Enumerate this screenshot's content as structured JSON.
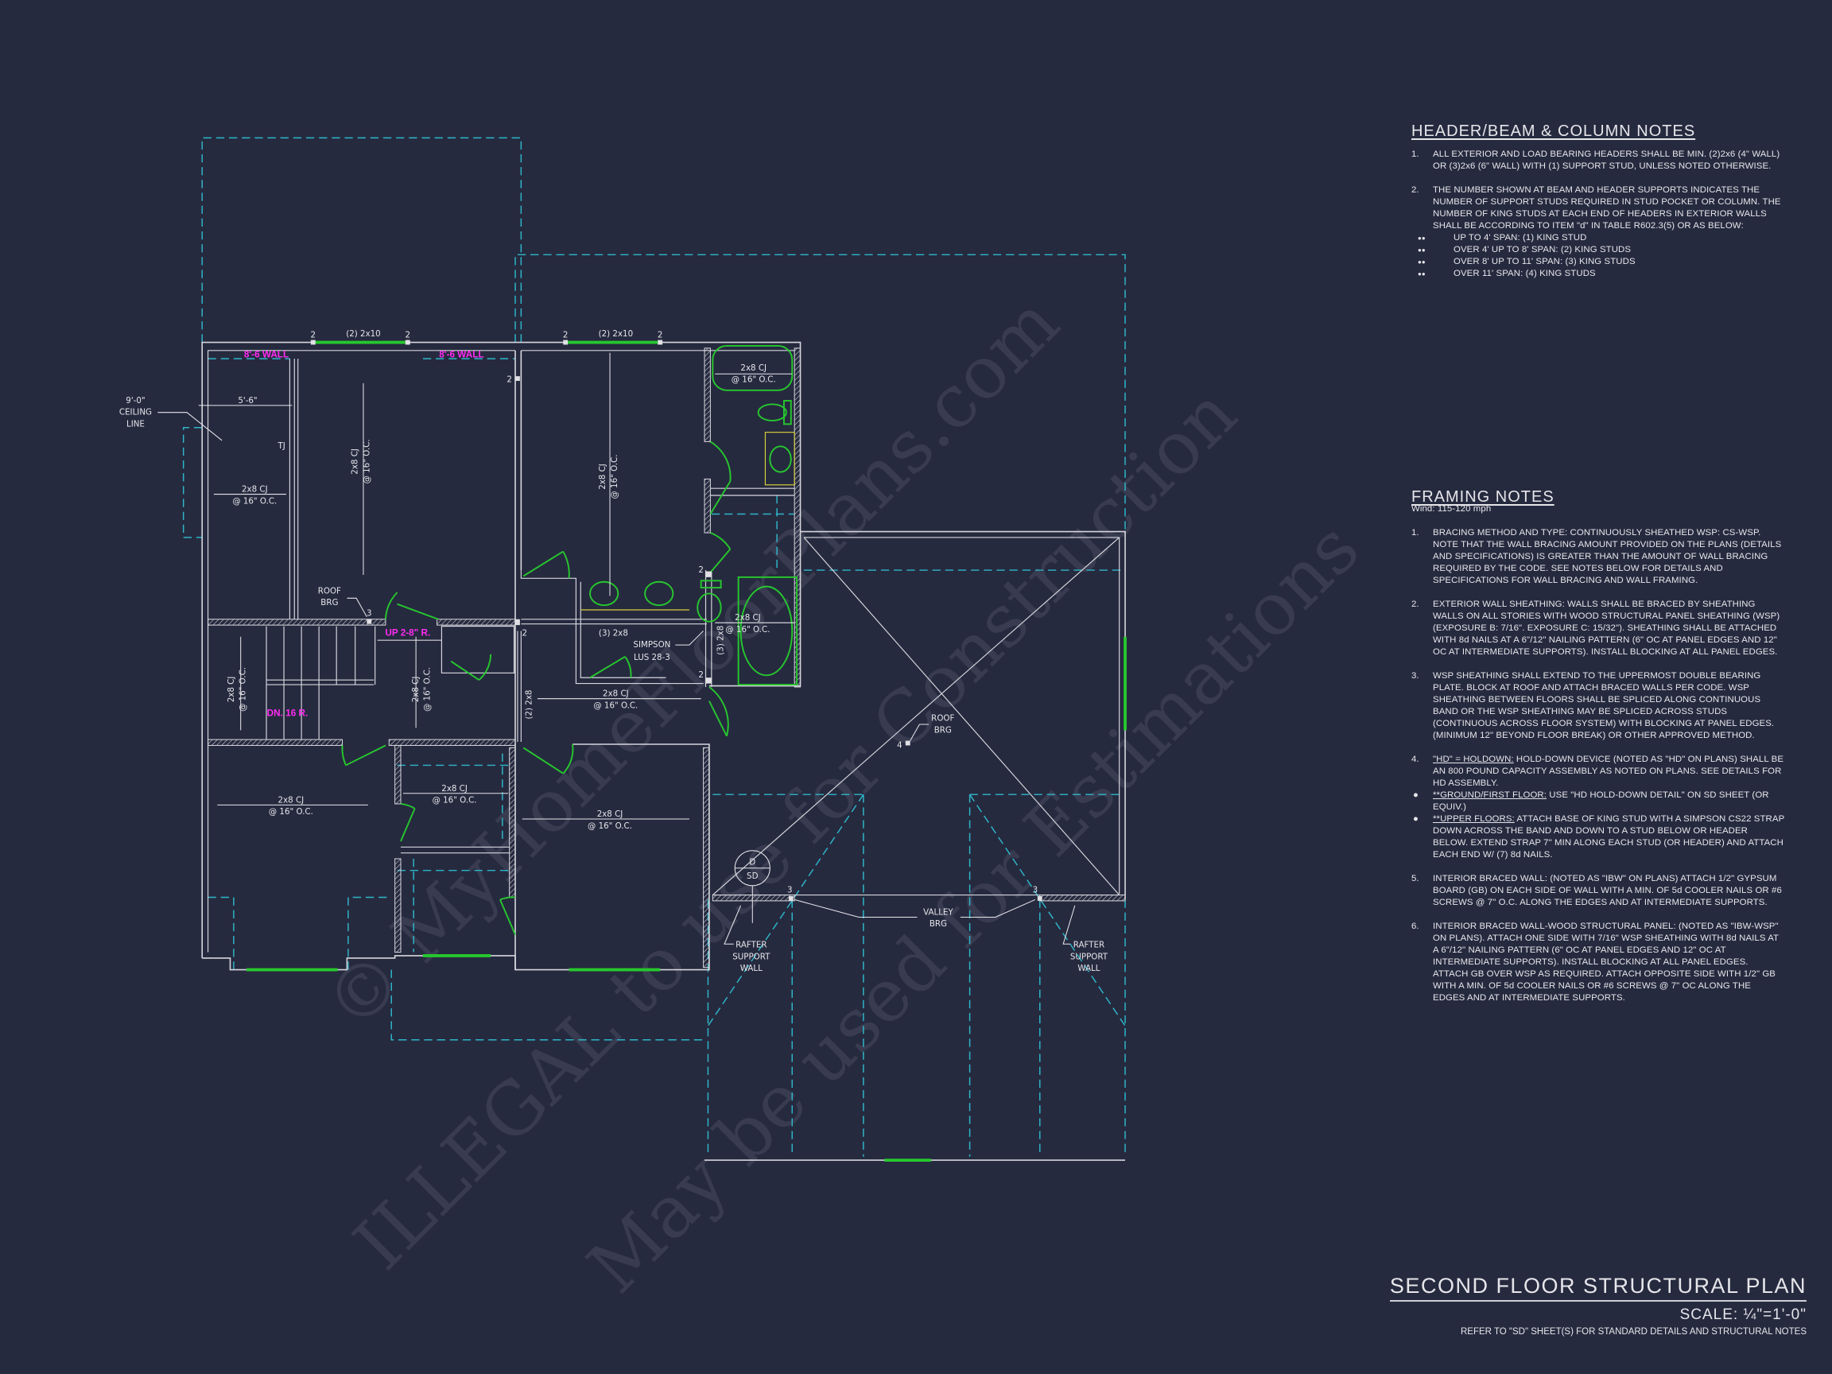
{
  "colors": {
    "background": "#262a3f",
    "walls": "#d6d6dc",
    "roof_lines": "#2fb6c9",
    "fixtures": "#26c82e",
    "callouts": "#ff2bf2"
  },
  "watermark": [
    "© MyHomeFloorPlans.com",
    "ILLEGAL to use for Construction",
    "May be used for Estimations"
  ],
  "plan": {
    "header_a": "(2) 2x10",
    "header_b": "(2) 2x10",
    "post_num": "2",
    "post_num3": "3",
    "post_num4": "4",
    "wall_8_6_a": "8'-6 WALL",
    "wall_8_6_b": "8'-6 WALL",
    "ceiling_line": [
      "9'-0\"",
      "CEILING",
      "LINE"
    ],
    "dim_5_6": "5'-6\"",
    "tj": "TJ",
    "cj": "2x8 CJ",
    "oc": "@ 16\" O.C.",
    "roof_brg": [
      "ROOF",
      "BRG"
    ],
    "up_stair": "UP 2-8\" R.",
    "dn_stair": "DN. 16 R.",
    "beam_3_2x8": "(3) 2x8",
    "beam_2_2x8": "(2) 2x8",
    "simpson": [
      "SIMPSON",
      "LUS 28-3"
    ],
    "detail_tag": {
      "top": "D",
      "bottom": "SD"
    },
    "valley_brg": [
      "VALLEY",
      "BRG"
    ],
    "rafter_support": [
      "RAFTER",
      "SUPPORT",
      "WALL"
    ]
  },
  "notes": {
    "header": {
      "title": "HEADER/BEAM & COLUMN NOTES",
      "items": [
        {
          "num": "1.",
          "text": "ALL EXTERIOR AND LOAD BEARING HEADERS SHALL BE MIN. (2)2x6 (4\" WALL) OR (3)2x6 (6\" WALL) WITH (1) SUPPORT STUD, UNLESS NOTED OTHERWISE."
        },
        {
          "num": "2.",
          "text": "THE NUMBER SHOWN AT BEAM AND HEADER SUPPORTS INDICATES THE NUMBER OF SUPPORT STUDS REQUIRED IN STUD POCKET OR COLUMN. THE NUMBER OF KING STUDS AT EACH END OF HEADERS IN EXTERIOR WALLS SHALL BE ACCORDING TO ITEM \"d\" IN TABLE R602.3(5) OR AS BELOW:"
        }
      ],
      "bullets": [
        "UP TO 4' SPAN: (1) KING STUD",
        "OVER 4' UP TO 8' SPAN: (2) KING STUDS",
        "OVER 8' UP TO 11' SPAN: (3) KING STUDS",
        "OVER 11' SPAN: (4) KING STUDS"
      ],
      "bullet_glyph": "●●"
    },
    "framing": {
      "title": "FRAMING NOTES",
      "wind": "Wind: 115-120 mph",
      "items": [
        {
          "num": "1.",
          "text": "BRACING METHOD AND TYPE: CONTINUOUSLY SHEATHED WSP: CS-WSP. NOTE THAT THE WALL BRACING AMOUNT PROVIDED ON THE PLANS (DETAILS AND SPECIFICATIONS) IS GREATER THAN THE AMOUNT OF WALL BRACING REQUIRED BY THE CODE. SEE NOTES BELOW FOR DETAILS AND SPECIFICATIONS FOR WALL BRACING AND WALL FRAMING."
        },
        {
          "num": "2.",
          "text": "EXTERIOR WALL SHEATHING: WALLS SHALL BE BRACED BY SHEATHING WALLS ON ALL STORIES WITH WOOD STRUCTURAL PANEL SHEATHING (WSP) (EXPOSURE B: 7/16\". EXPOSURE C: 15/32\"). SHEATHING SHALL BE ATTACHED WITH 8d NAILS AT A 6\"/12\" NAILING PATTERN (6\" OC AT PANEL EDGES AND 12\" OC AT INTERMEDIATE SUPPORTS). INSTALL BLOCKING AT ALL PANEL EDGES."
        },
        {
          "num": "3.",
          "text": "WSP SHEATHING SHALL EXTEND TO THE UPPERMOST DOUBLE BEARING PLATE. BLOCK AT ROOF AND ATTACH BRACED WALLS PER CODE. WSP SHEATHING BETWEEN FLOORS SHALL BE SPLICED ALONG CONTINUOUS BAND OR THE WSP SHEATHING MAY BE SPLICED ACROSS STUDS (CONTINUOUS ACROSS FLOOR SYSTEM) WITH BLOCKING AT PANEL EDGES. (MINIMUM 12\" BEYOND FLOOR BREAK) OR OTHER APPROVED METHOD."
        },
        {
          "num": "4.",
          "lead": "\"HD\" = HOLDOWN:",
          "text": " HOLD-DOWN DEVICE (NOTED AS \"HD\" ON PLANS) SHALL BE AN 800 POUND CAPACITY ASSEMBLY AS NOTED ON PLANS. SEE DETAILS FOR HD ASSEMBLY."
        },
        {
          "num": "5.",
          "text": "INTERIOR BRACED WALL: (NOTED AS \"IBW\" ON PLANS) ATTACH 1/2\" GYPSUM BOARD (GB) ON EACH SIDE OF WALL WITH A MIN. OF 5d COOLER NAILS OR #6 SCREWS @ 7\" O.C. ALONG THE EDGES AND AT INTERMEDIATE SUPPORTS."
        },
        {
          "num": "6.",
          "text": "INTERIOR BRACED WALL-WOOD STRUCTURAL PANEL: (NOTED AS \"IBW-WSP\" ON PLANS). ATTACH ONE SIDE WITH 7/16\" WSP SHEATHING WITH 8d NAILS AT A 6\"/12\" NAILING PATTERN (6\" OC AT PANEL EDGES AND 12\" OC AT INTERMEDIATE SUPPORTS). INSTALL BLOCKING AT ALL PANEL EDGES. ATTACH GB OVER WSP AS REQUIRED. ATTACH OPPOSITE SIDE WITH 1/2\" GB WITH A MIN. OF 5d COOLER NAILS OR #6 SCREWS @ 7\" OC ALONG THE EDGES AND AT INTERMEDIATE SUPPORTS."
        }
      ],
      "hd_bullets": [
        {
          "lead": "**GROUND/FIRST FLOOR:",
          "text": "  USE \"HD HOLD-DOWN DETAIL\" ON SD SHEET (OR EQUIV.)"
        },
        {
          "lead": "**UPPER FLOORS:",
          "text": " ATTACH BASE OF KING STUD WITH A SIMPSON CS22 STRAP DOWN ACROSS THE BAND AND DOWN TO A STUD BELOW OR HEADER BELOW.  EXTEND STRAP 7\" MIN ALONG EACH STUD (OR HEADER) AND ATTACH EACH END W/ (7) 8d NAILS."
        }
      ],
      "bullet_glyph": "●"
    }
  },
  "title_block": {
    "title": "SECOND FLOOR STRUCTURAL PLAN",
    "scale": "SCALE: ¼\"=1'-0\"",
    "refer": "REFER TO \"SD\" SHEET(S) FOR STANDARD DETAILS AND STRUCTURAL NOTES"
  }
}
